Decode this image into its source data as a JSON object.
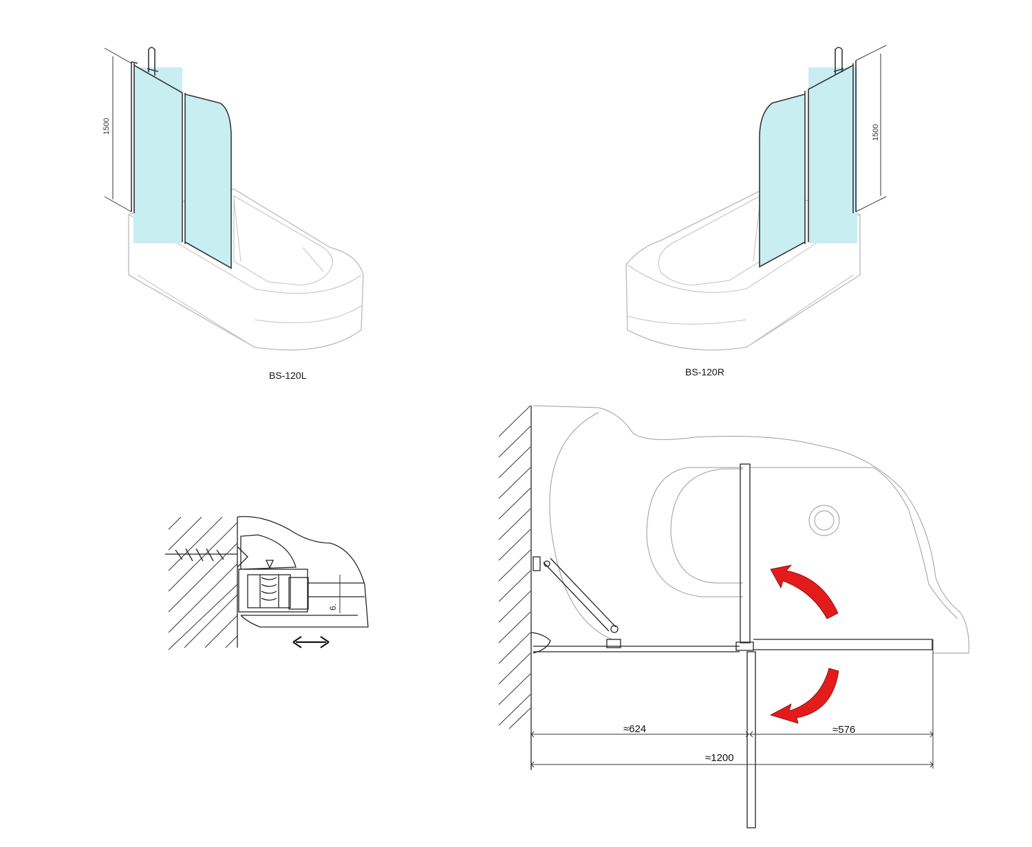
{
  "views": {
    "left_model": {
      "label": "BS-120L",
      "height_dim": "1500"
    },
    "right_model": {
      "label": "BS-120R",
      "height_dim": "1500"
    }
  },
  "profile_detail": {
    "dim_label": "6."
  },
  "plan_view": {
    "dims": {
      "left": "≈624",
      "right": "≈576",
      "total": "≈1200"
    }
  },
  "colors": {
    "glass": "#c8eef2",
    "arrow": "#e41b1b",
    "line": "#333333",
    "tub": "#b8b8b8"
  }
}
